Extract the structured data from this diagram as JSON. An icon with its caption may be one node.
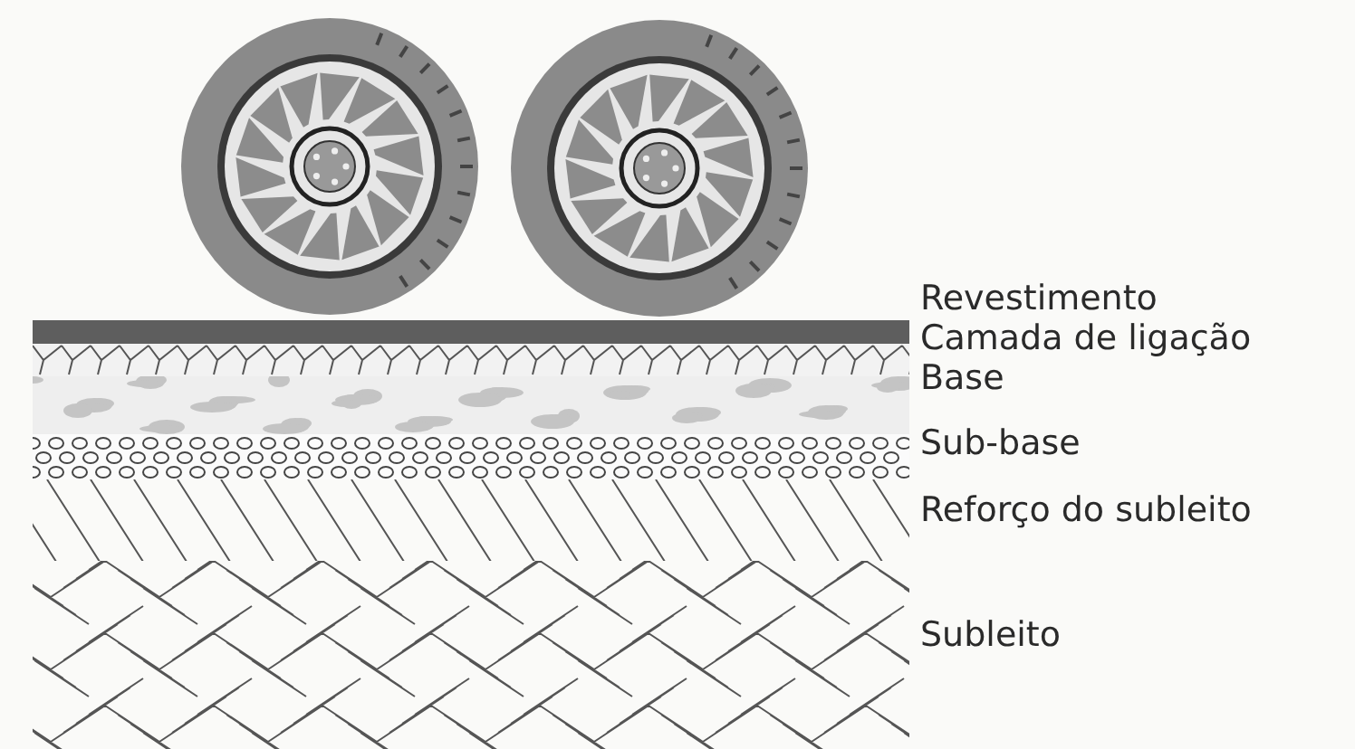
{
  "diagram": {
    "labels": [
      "Revestimento",
      "Camada de ligação",
      "Base",
      "Sub-base",
      "Reforço do subleito",
      "Subleito"
    ]
  }
}
